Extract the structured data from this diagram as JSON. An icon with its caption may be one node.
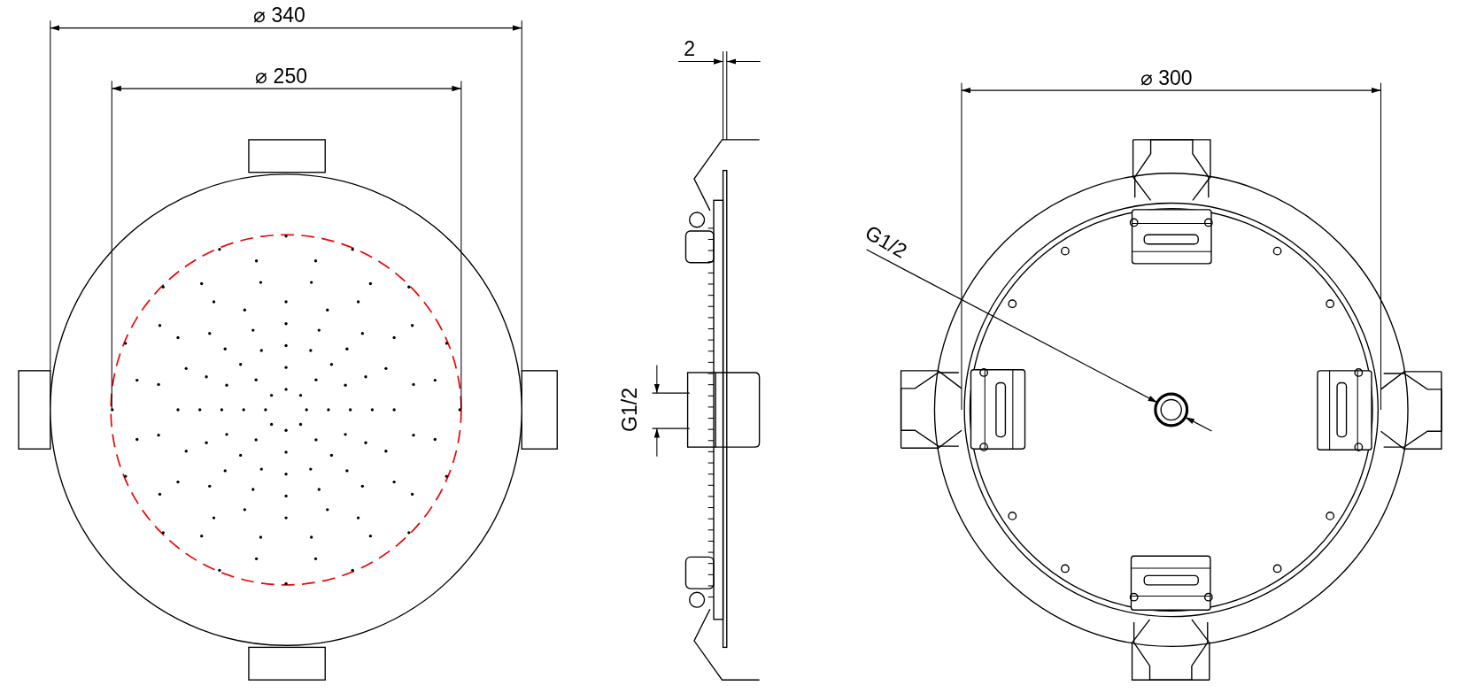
{
  "diagram": {
    "nodes": [
      {
        "text": [
          "G1/2"
        ]
      },
      {
        "text": [],
        "shape": "circle"
      }
    ],
    "edges": [
      {
        "from": 0,
        "to": 1,
        "arrow": "to"
      }
    ],
    "labels": [
      "⌀ 340",
      "⌀ 250",
      "2",
      "G1/2",
      "⌀ 300"
    ]
  }
}
